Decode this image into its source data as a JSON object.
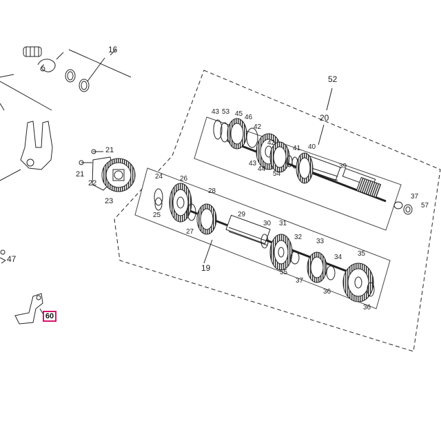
{
  "callouts": {
    "c16": "16",
    "c52": "52",
    "c20": "20",
    "c43a": "43",
    "c53": "53",
    "c45": "45",
    "c46": "46",
    "c42a": "42",
    "c42b": "42",
    "c41": "41",
    "c40": "40",
    "c43b": "43",
    "c44": "44",
    "c54": "54",
    "c39": "39",
    "c37a": "37",
    "c57": "57",
    "c21a": "21",
    "c21b": "21",
    "c22": "22",
    "c23": "23",
    "c24": "24",
    "c26": "26",
    "c28": "28",
    "c25": "25",
    "c27": "27",
    "c29": "29",
    "c30": "30",
    "c31": "31",
    "c32": "32",
    "c33": "33",
    "c34": "34",
    "c35": "35",
    "c55": "55",
    "c37b": "37",
    "c36a": "36",
    "c36b": "36",
    "c19": "19",
    "c47": "47",
    "c60": "60"
  },
  "colors": {
    "line": "#222222",
    "highlight_border": "#d6136a"
  }
}
